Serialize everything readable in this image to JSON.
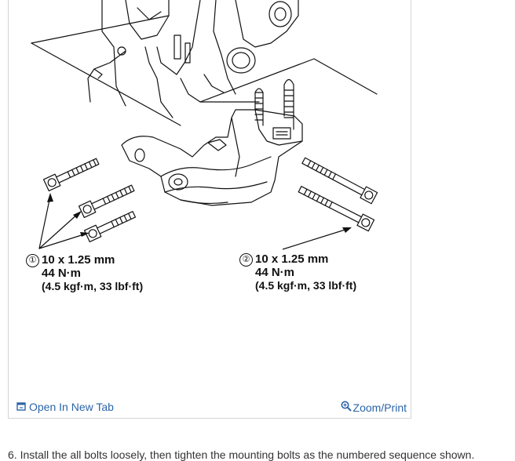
{
  "callout_left": {
    "number": "①",
    "size": "10 x 1.25 mm",
    "torque_nm": "44 N·m",
    "torque_alt": "(4.5 kgf·m, 33 lbf·ft)"
  },
  "callout_right": {
    "number": "②",
    "size": "10 x 1.25 mm",
    "torque_nm": "44 N·m",
    "torque_alt": "(4.5 kgf·m, 33 lbf·ft)"
  },
  "footer": {
    "open_tab_label": "Open In New Tab",
    "zoom_print_label": "Zoom/Print",
    "open_tab_icon": "open-tab-icon",
    "zoom_icon": "magnifier-icon",
    "link_color": "#2b64a8"
  },
  "step": {
    "text": "6. Install the all bolts loosely, then tighten the mounting bolts as the numbered sequence shown."
  }
}
